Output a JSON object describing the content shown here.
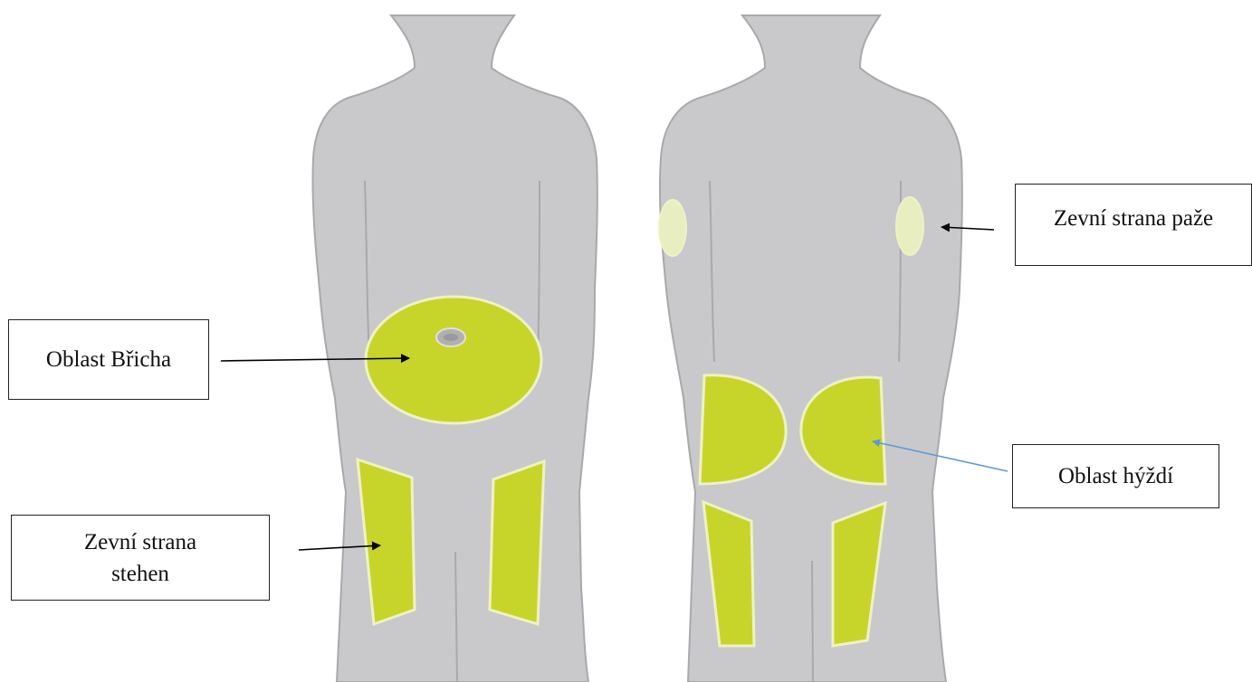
{
  "labels": {
    "outer_arm": "Zevní strana paže",
    "abdomen": "Oblast Břicha",
    "buttocks": "Oblast hýždí",
    "outer_thigh_line1": "Zevní strana",
    "outer_thigh_line2": "stehen"
  },
  "colors": {
    "body": "#c9c9cb",
    "body_outline": "#a9a9ab",
    "highlight": "#c7d52a",
    "highlight_light": "#e8eec0",
    "arrow_black": "#000000",
    "arrow_blue": "#5b9bd5"
  }
}
